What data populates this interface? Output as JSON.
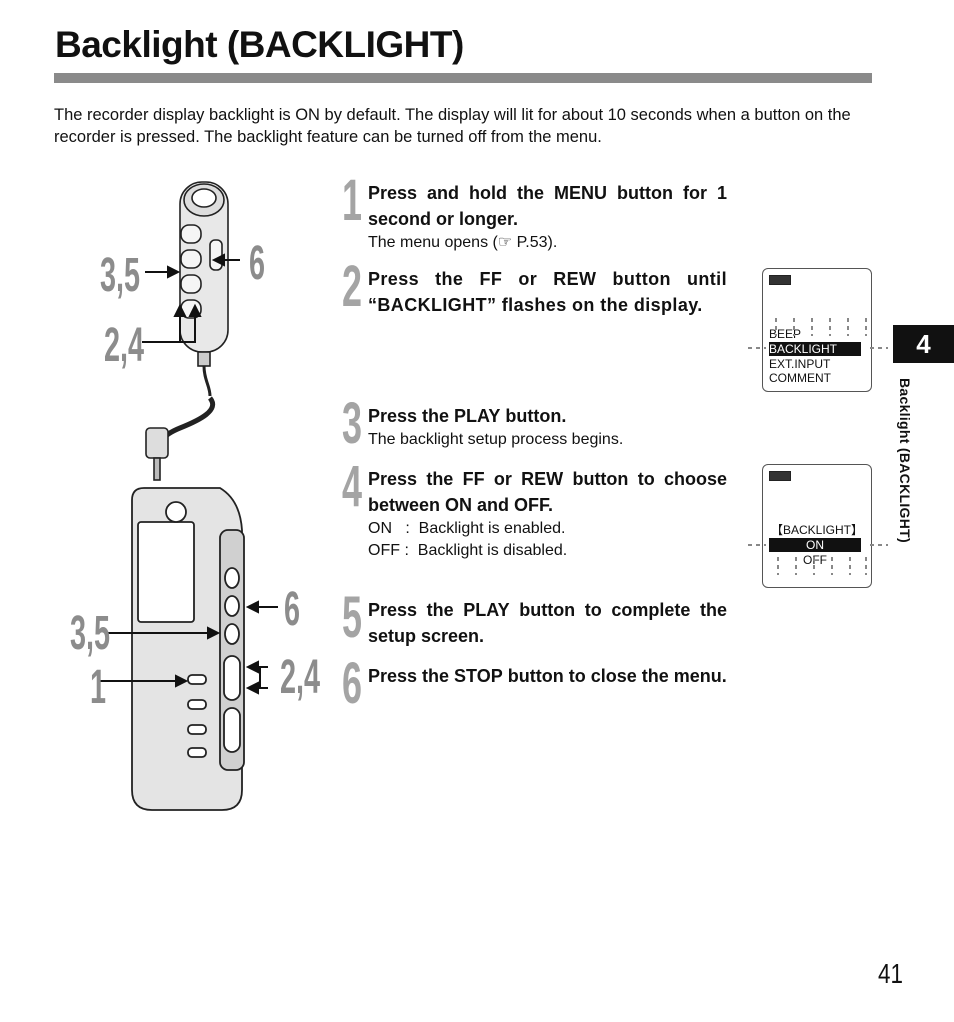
{
  "page": {
    "title": "Backlight (BACKLIGHT)",
    "intro": "The recorder display backlight is ON by default. The display will lit for about 10 seconds when a button on the recorder is pressed. The backlight feature can be turned off from the menu.",
    "tab_number": "4",
    "side_label": "Backlight (BACKLIGHT)",
    "page_number": "41"
  },
  "steps": [
    {
      "num": "1",
      "pre": "Press and hold the ",
      "key": "MENU",
      "post": " button for 1 second or longer.",
      "sub": [
        "The menu opens (☞ P.53)."
      ]
    },
    {
      "num": "2",
      "pre": "Press the ",
      "key": "FF",
      "mid": " or ",
      "key2": "REW",
      "post": " button until “BACKLIGHT” flashes on the display.",
      "sub": []
    },
    {
      "num": "3",
      "pre": "Press the ",
      "key": "PLAY",
      "post": " button.",
      "sub": [
        "The backlight setup process begins."
      ]
    },
    {
      "num": "4",
      "pre": "Press the ",
      "key": "FF",
      "mid": " or ",
      "key2": "REW",
      "post": " button to choose between ON and OFF.",
      "sub": [
        "ON   :  Backlight is enabled.",
        "OFF :  Backlight is disabled."
      ]
    },
    {
      "num": "5",
      "pre": "Press the ",
      "key": "PLAY",
      "post": " button to complete the setup screen.",
      "sub": []
    },
    {
      "num": "6",
      "pre": "Press the ",
      "key": "STOP",
      "post": " button to close the menu.",
      "sub": []
    }
  ],
  "lcd1": {
    "items": [
      "BEEP",
      "BACKLIGHT",
      "EXT.INPUT",
      "COMMENT"
    ]
  },
  "lcd2": {
    "items": [
      "【BACKLIGHT】",
      "ON",
      "OFF"
    ]
  },
  "callouts": {
    "top_left_a": "3,5",
    "top_left_b": "2,4",
    "top_right": "6",
    "bot_left_a": "3,5",
    "bot_left_b": "1",
    "bot_right_a": "6",
    "bot_right_b": "2,4"
  },
  "colors": {
    "rule": "#8a8a8a",
    "stepnum": "#a4a4a4",
    "callout": "#8c8c8c",
    "tab": "#111111"
  }
}
